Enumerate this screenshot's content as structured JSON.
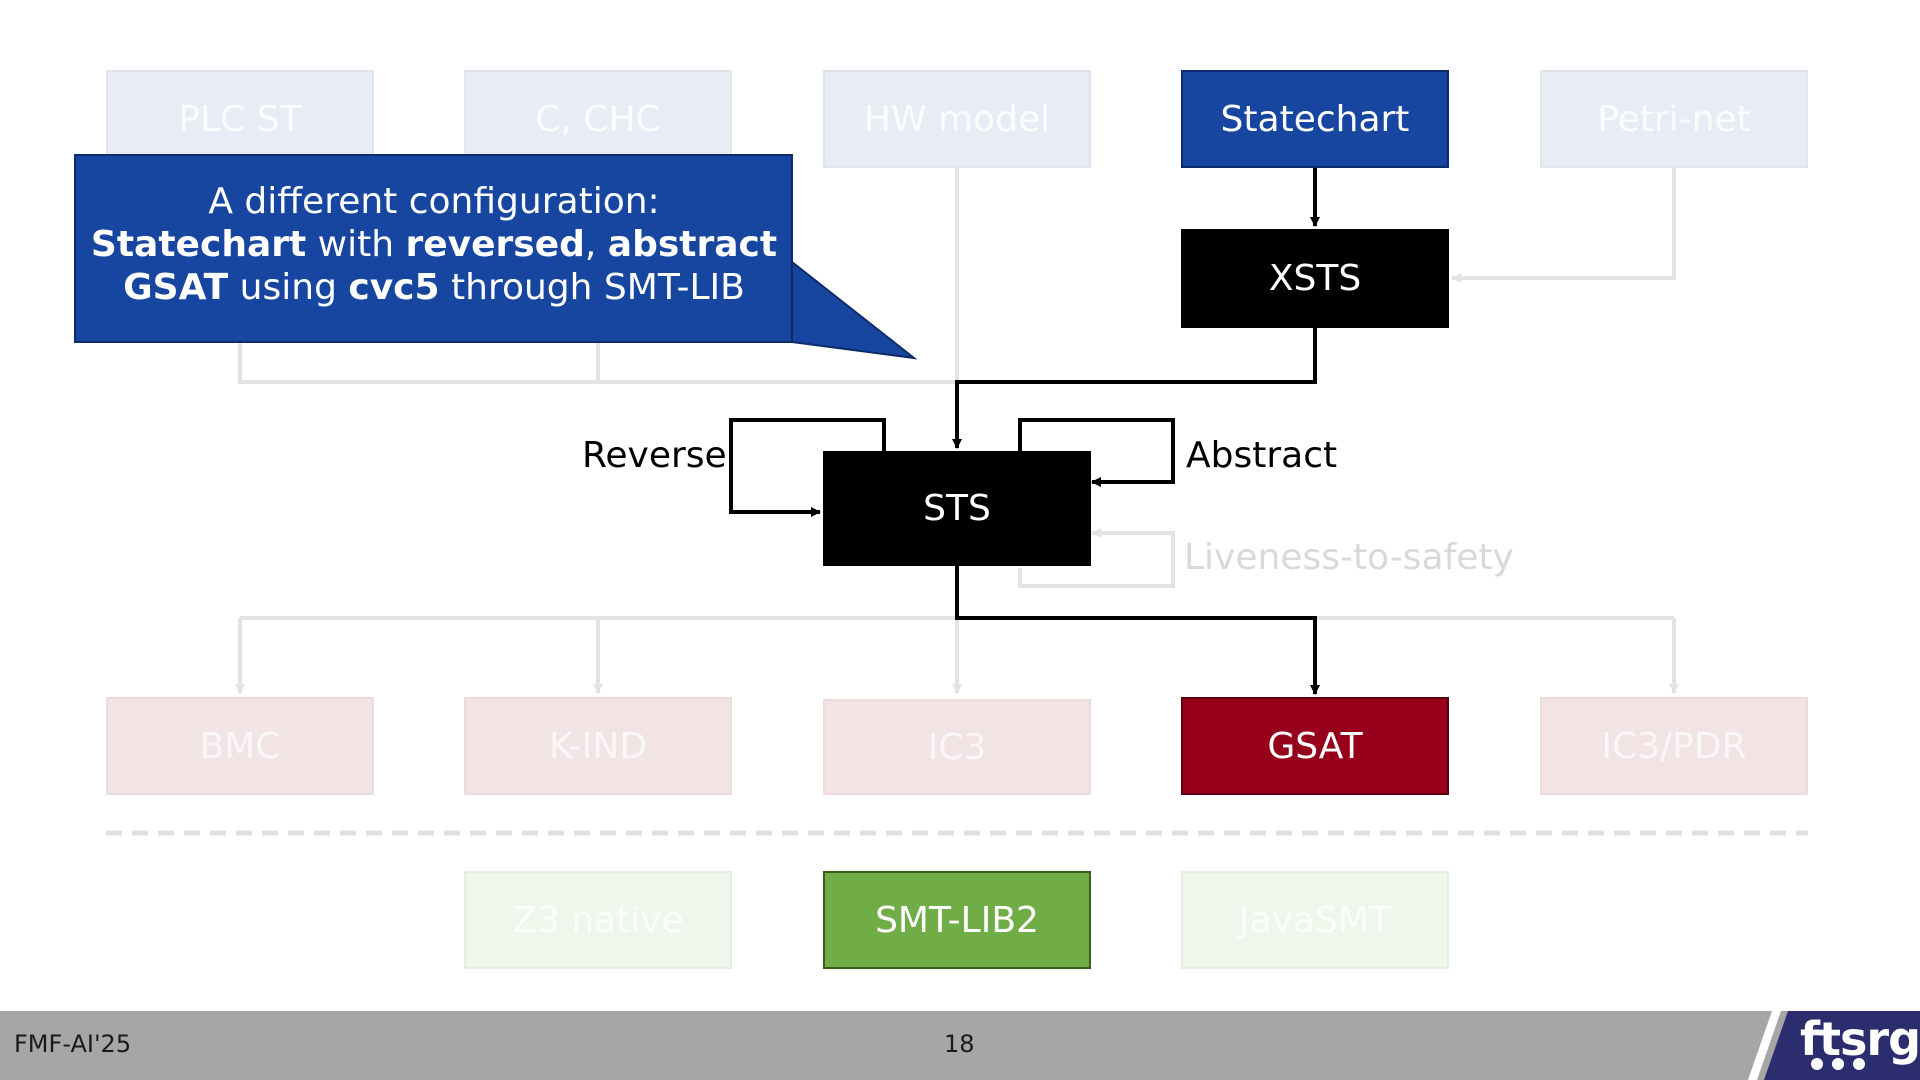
{
  "sources": [
    {
      "id": "plc",
      "label": "PLC ST",
      "active": false
    },
    {
      "id": "c-chc",
      "label": "C, CHC",
      "active": false
    },
    {
      "id": "hw",
      "label": "HW model",
      "active": false
    },
    {
      "id": "statechart",
      "label": "Statechart",
      "active": true
    },
    {
      "id": "petri",
      "label": "Petri-net",
      "active": false
    }
  ],
  "intermediate": {
    "xsts": "XSTS",
    "sts": "STS"
  },
  "transformations": {
    "reverse": "Reverse",
    "abstract": "Abstract",
    "liveness": "Liveness-to-safety"
  },
  "algorithms": [
    {
      "id": "bmc",
      "label": "BMC",
      "active": false
    },
    {
      "id": "kind",
      "label": "K-IND",
      "active": false
    },
    {
      "id": "ic3",
      "label": "IC3",
      "active": false
    },
    {
      "id": "gsat",
      "label": "GSAT",
      "active": true
    },
    {
      "id": "ic3pdr",
      "label": "IC3/PDR",
      "active": false
    }
  ],
  "solvers": [
    {
      "id": "z3",
      "label": "Z3 native",
      "active": false
    },
    {
      "id": "smtlib",
      "label": "SMT-LIB2",
      "active": true
    },
    {
      "id": "javasmt",
      "label": "JavaSMT",
      "active": false
    }
  ],
  "callout": {
    "line1": "A different configuration:",
    "w1": "Statechart",
    "t1": " with ",
    "w2": "reversed",
    "t2": ", ",
    "w3": "abstract",
    "w4": "GSAT",
    "t3": " using ",
    "w5": "cvc5",
    "t4": " through SMT-LIB"
  },
  "footer": {
    "left": "FMF-AI'25",
    "page": "18",
    "logo": "ftsrg"
  },
  "colors": {
    "active_source": "#1746a0",
    "intermediate": "#000000",
    "active_algorithm": "#97001a",
    "active_solver": "#70ad47",
    "footer": "#a6a6a6",
    "logo_bg": "#2b2d6e"
  }
}
